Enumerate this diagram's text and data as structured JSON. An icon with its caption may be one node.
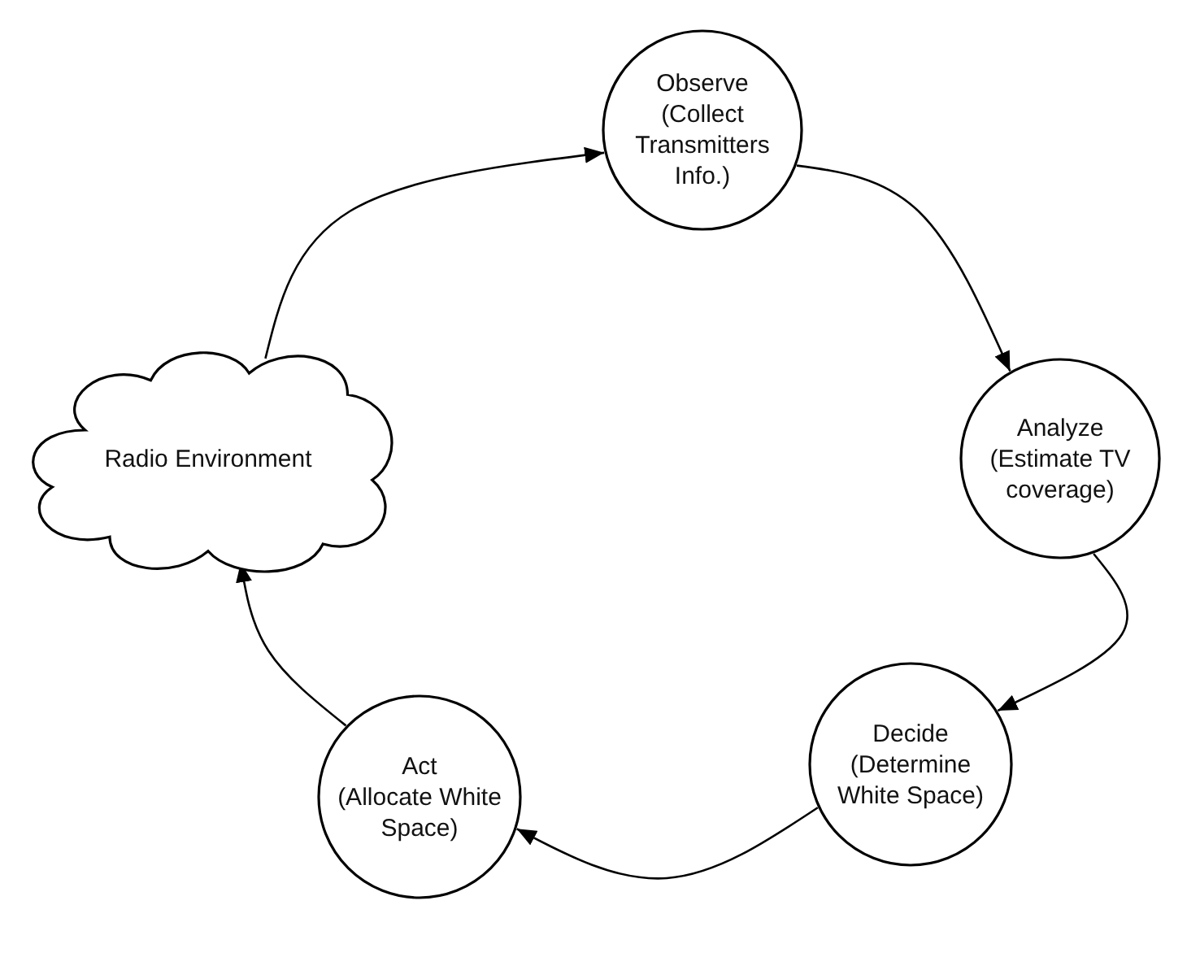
{
  "diagram": {
    "nodes": [
      {
        "text": [
          "Observe",
          "(Collect Transmitters Info.)"
        ]
      },
      {
        "text": [
          "Analyze",
          "(Estimate TV coverage)"
        ]
      },
      {
        "text": [
          "Decide",
          "(Determine White Space)"
        ]
      },
      {
        "text": [
          "Act",
          "(Allocate White Space)"
        ]
      },
      {
        "text": [
          "Radio Environment"
        ]
      }
    ],
    "edges": [
      {
        "from": 4,
        "to": 0,
        "arrow": "to"
      },
      {
        "from": 0,
        "to": 1,
        "arrow": "to"
      },
      {
        "from": 1,
        "to": 2,
        "arrow": "to"
      },
      {
        "from": 2,
        "to": 3,
        "arrow": "to"
      },
      {
        "from": 3,
        "to": 4,
        "arrow": "to"
      }
    ]
  }
}
